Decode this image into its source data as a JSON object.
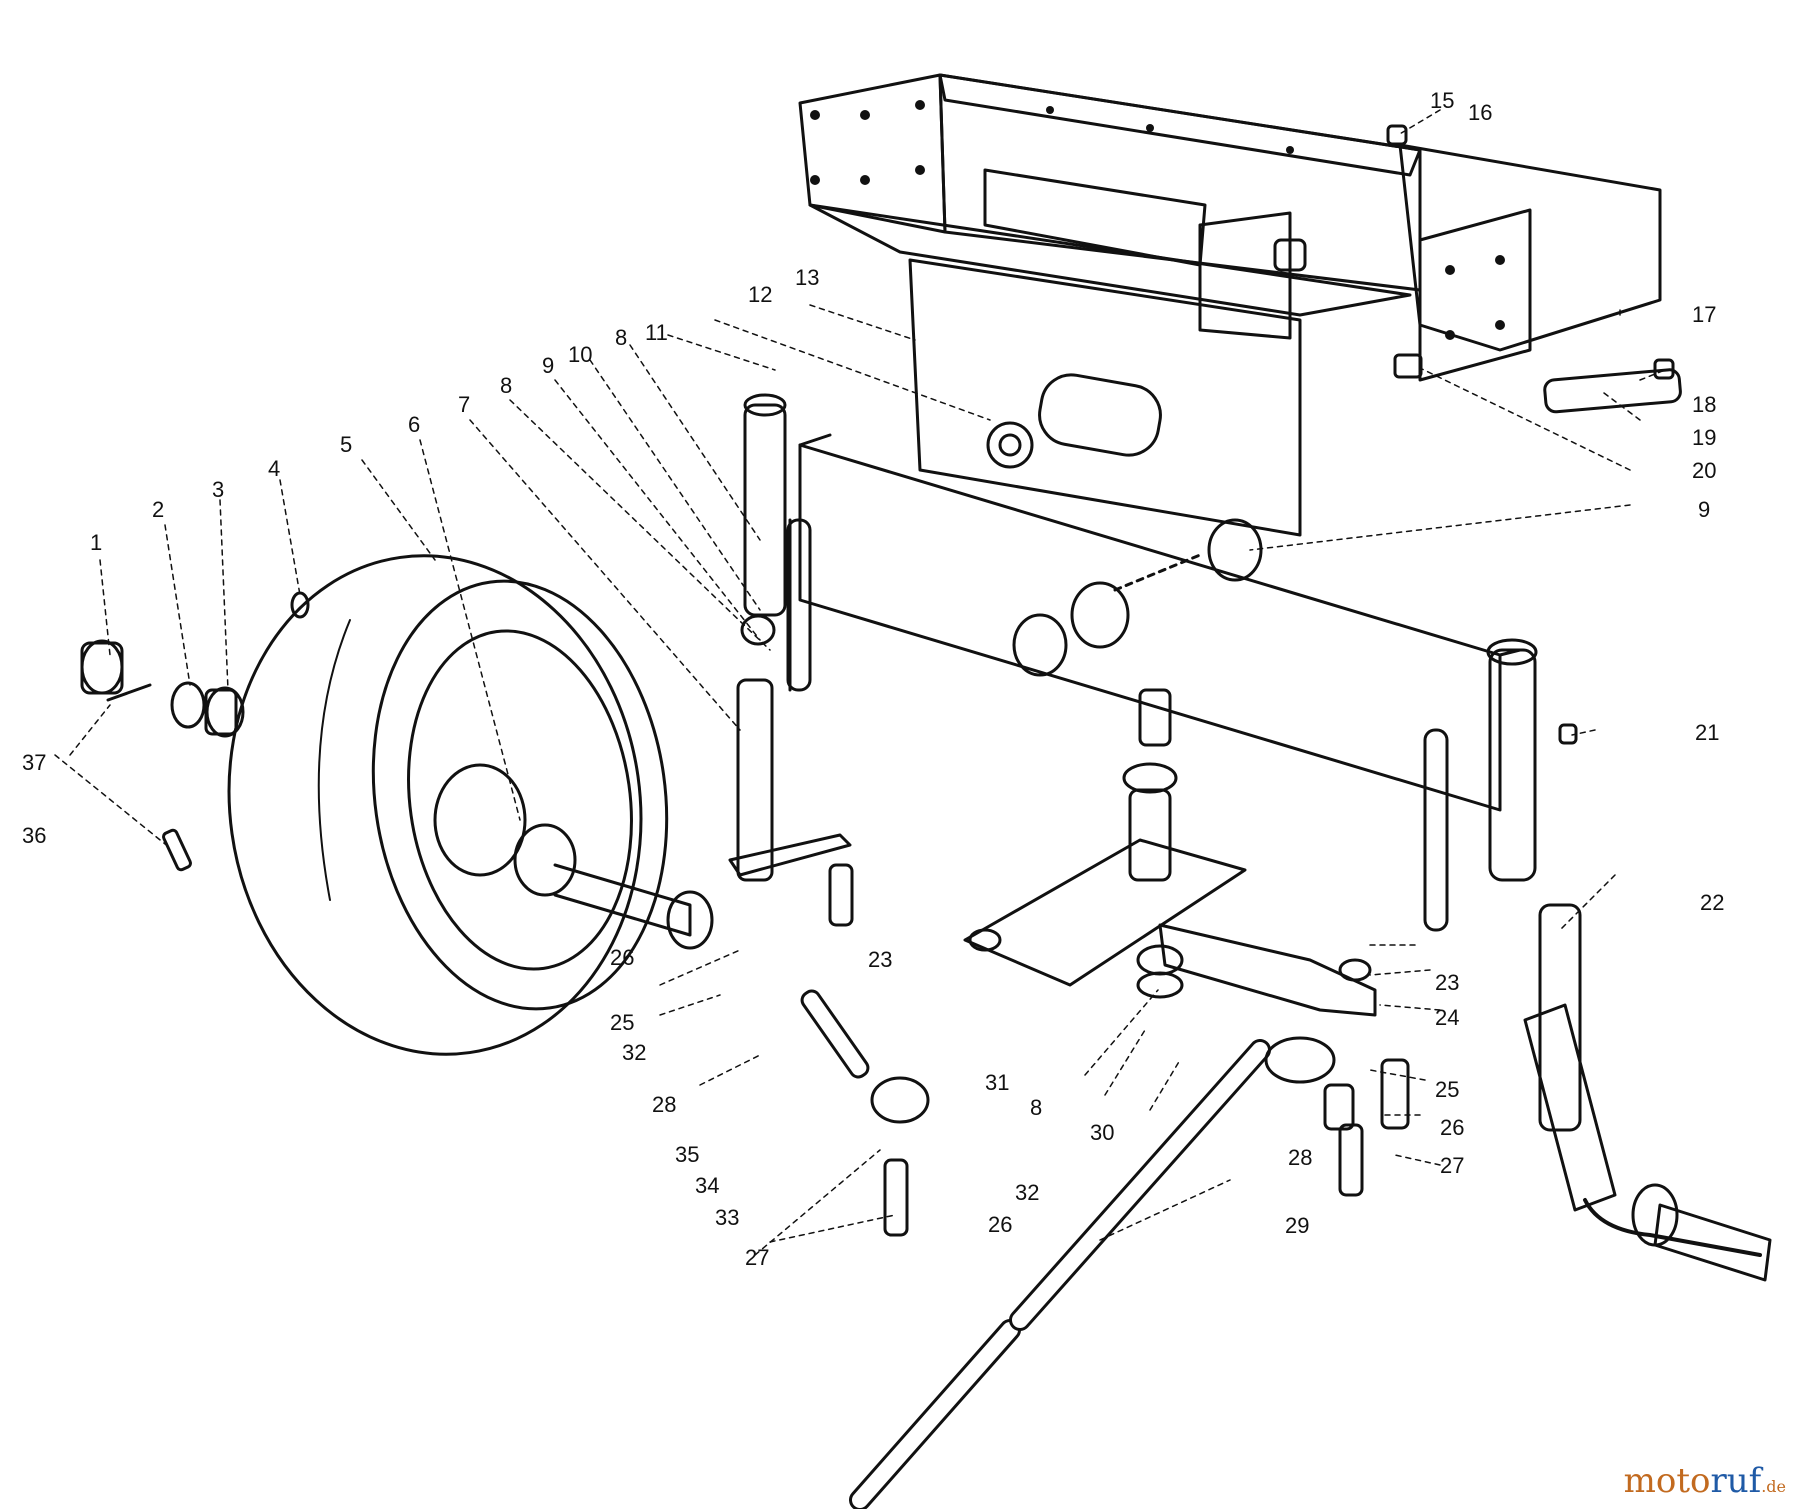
{
  "diagram": {
    "labels": [
      {
        "id": "l1",
        "text": "1"
      },
      {
        "id": "l2",
        "text": "2"
      },
      {
        "id": "l3",
        "text": "3"
      },
      {
        "id": "l4",
        "text": "4"
      },
      {
        "id": "l5",
        "text": "5"
      },
      {
        "id": "l6",
        "text": "6"
      },
      {
        "id": "l7",
        "text": "7"
      },
      {
        "id": "l8a",
        "text": "8"
      },
      {
        "id": "l9a",
        "text": "9"
      },
      {
        "id": "l10",
        "text": "10"
      },
      {
        "id": "l8b",
        "text": "8"
      },
      {
        "id": "l11",
        "text": "11"
      },
      {
        "id": "l12",
        "text": "12"
      },
      {
        "id": "l13",
        "text": "13"
      },
      {
        "id": "l15",
        "text": "15"
      },
      {
        "id": "l16",
        "text": "16"
      },
      {
        "id": "l17",
        "text": "17"
      },
      {
        "id": "l18",
        "text": "18"
      },
      {
        "id": "l19",
        "text": "19"
      },
      {
        "id": "l20",
        "text": "20"
      },
      {
        "id": "l9b",
        "text": "9"
      },
      {
        "id": "l21",
        "text": "21"
      },
      {
        "id": "l22",
        "text": "22"
      },
      {
        "id": "l23a",
        "text": "23"
      },
      {
        "id": "l23b",
        "text": "23"
      },
      {
        "id": "l24",
        "text": "24"
      },
      {
        "id": "l25a",
        "text": "25"
      },
      {
        "id": "l25b",
        "text": "25"
      },
      {
        "id": "l26a",
        "text": "26"
      },
      {
        "id": "l26b",
        "text": "26"
      },
      {
        "id": "l26c",
        "text": "26"
      },
      {
        "id": "l27a",
        "text": "27"
      },
      {
        "id": "l27b",
        "text": "27"
      },
      {
        "id": "l28a",
        "text": "28"
      },
      {
        "id": "l28b",
        "text": "28"
      },
      {
        "id": "l29",
        "text": "29"
      },
      {
        "id": "l30",
        "text": "30"
      },
      {
        "id": "l31",
        "text": "31"
      },
      {
        "id": "l8c",
        "text": "8"
      },
      {
        "id": "l32a",
        "text": "32"
      },
      {
        "id": "l32b",
        "text": "32"
      },
      {
        "id": "l33",
        "text": "33"
      },
      {
        "id": "l34",
        "text": "34"
      },
      {
        "id": "l35",
        "text": "35"
      },
      {
        "id": "l36",
        "text": "36"
      },
      {
        "id": "l37",
        "text": "37"
      }
    ]
  },
  "watermark": {
    "part1": "moto",
    "part2": "ruf",
    "suffix": ".de"
  }
}
